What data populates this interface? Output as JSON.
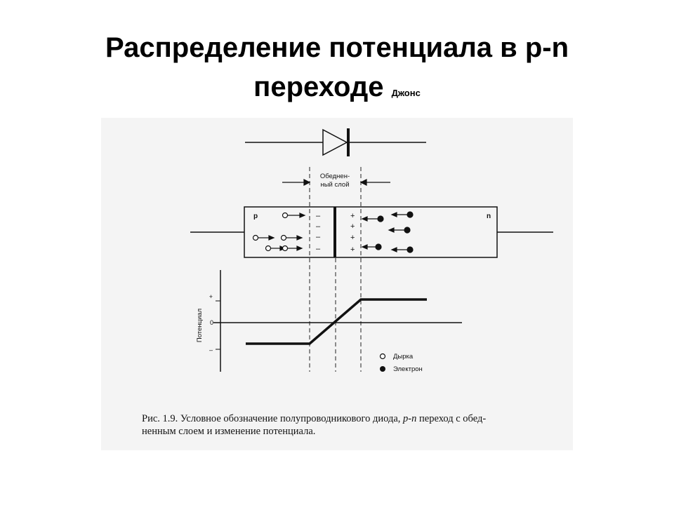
{
  "slide": {
    "title_line1": "Распределение потенциала в p-n",
    "title_line2": "переходе",
    "author": "Джонс"
  },
  "diagram": {
    "depletion_label_line1": "Обеднен-",
    "depletion_label_line2": "ный слой",
    "p_label": "p",
    "n_label": "n",
    "minus_sign": "–",
    "plus_sign": "+",
    "axis_label": "Потенциал",
    "tick_plus": "+",
    "tick_zero": "0",
    "tick_minus": "–",
    "legend_hole": "Дырка",
    "legend_electron": "Электрон"
  },
  "caption": {
    "part1": "Рис. 1.9. Условное обозначение полупроводникового диода, ",
    "part_italic": "p-n",
    "part2": " переход с обед-",
    "line2": "ненным слоем и изменение потенциала."
  }
}
